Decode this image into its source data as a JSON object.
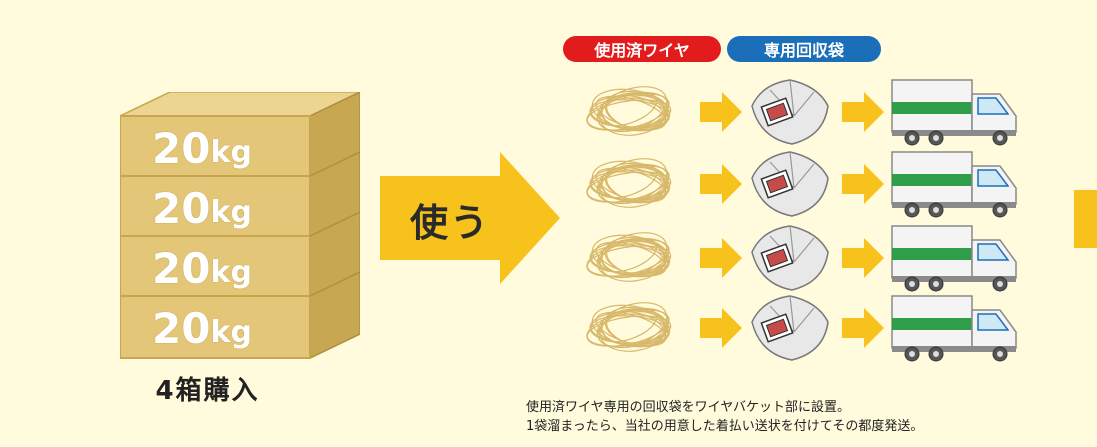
{
  "boxes": {
    "labels": [
      {
        "num": "20",
        "unit": "kg"
      },
      {
        "num": "20",
        "unit": "kg"
      },
      {
        "num": "20",
        "unit": "kg"
      },
      {
        "num": "20",
        "unit": "kg"
      }
    ],
    "purchase_label": "4箱購入"
  },
  "use_label": "使う",
  "tags": {
    "wire": "使用済ワイヤ",
    "bag": "専用回収袋"
  },
  "note": {
    "line1": "使用済ワイヤ専用の回収袋をワイヤバケット部に設置。",
    "line2": "1袋溜まったら、当社の用意した着払い送状を付けてその都度発送。"
  },
  "colors": {
    "background": "#fffbdc",
    "box": "#e3c678",
    "arrow": "#f6c21b",
    "tag_red": "#e21c1c",
    "tag_blue": "#1a6fb8",
    "truck_green": "#2e9e4a"
  },
  "rows": [
    {
      "name": "row-1"
    },
    {
      "name": "row-2"
    },
    {
      "name": "row-3"
    },
    {
      "name": "row-4"
    }
  ]
}
